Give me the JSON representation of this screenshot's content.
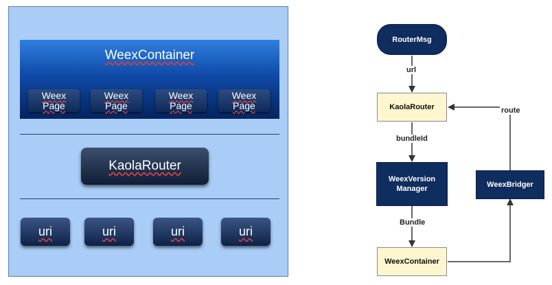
{
  "left": {
    "container_title": "WeexContainer",
    "pages": [
      {
        "line1": "Weex",
        "line2": "Page"
      },
      {
        "line1": "Weex",
        "line2": "Page"
      },
      {
        "line1": "Weex",
        "line2": "Page"
      },
      {
        "line1": "Weex",
        "line2": "Page"
      }
    ],
    "router_label": "KaolaRouter",
    "uris": [
      "uri",
      "uri",
      "uri",
      "uri"
    ]
  },
  "flow": {
    "router_msg": "RouterMsg",
    "kaola_router": "KaolaRouter",
    "weex_version_line1": "WeexVersion",
    "weex_version_line2": "Manager",
    "weex_container": "WeexContainer",
    "weex_bridger": "WeexBridger",
    "edge_url": "url",
    "edge_bundleid": "bundleId",
    "edge_bundle": "Bundle",
    "edge_route": "route"
  },
  "colors": {
    "panel_bg": "#a9cdf7",
    "dark_node": "#0f2d5e",
    "light_node": "#fdf6cf"
  }
}
